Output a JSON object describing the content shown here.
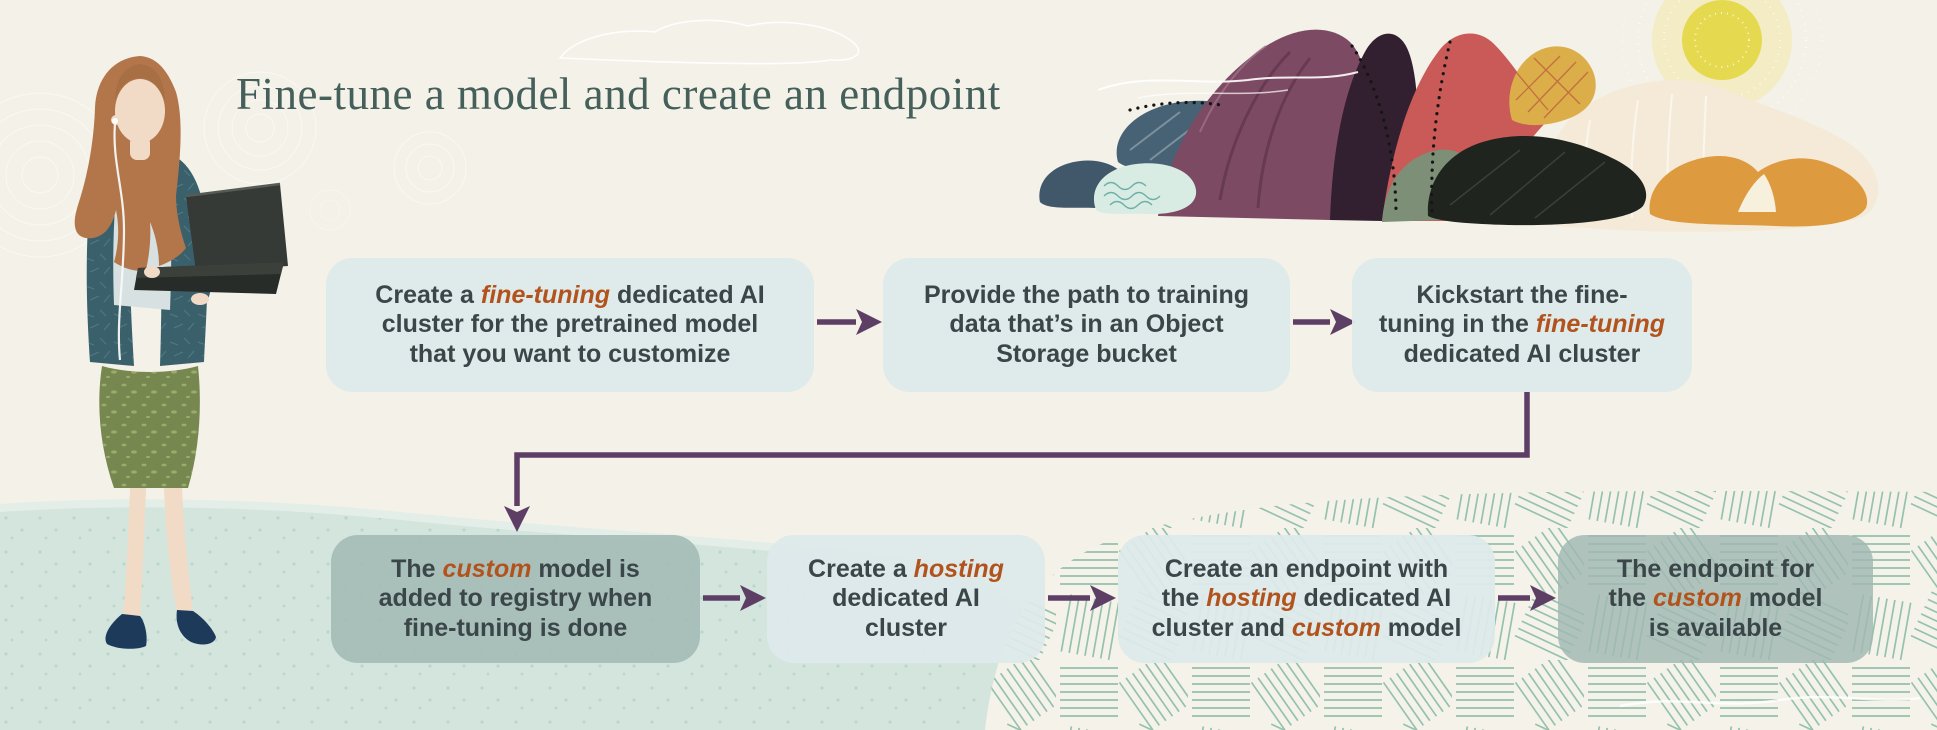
{
  "title": "Fine-tune a model and create an endpoint",
  "palette": {
    "background_cream": "#f3f1e8",
    "background_teal": "#d3e5dd",
    "hatch_line": "#79b49f",
    "box_light": "#dde9ea",
    "box_muted": "#a5bcb6",
    "box_text": "#3b4649",
    "accent_italic": "#b2531d",
    "connector_purple": "#5d3f66",
    "title_color": "#45605a",
    "sun_yellow": "#e5d94f"
  },
  "illustrations": {
    "left_figure": "woman-standing-typing-on-laptop",
    "top_right": "abstract-collage-mountain-with-sun"
  },
  "flow": {
    "steps": [
      {
        "id": 1,
        "row": 1,
        "style": "light",
        "segments": [
          {
            "text": "Create a "
          },
          {
            "text": "fine-tuning",
            "accent": true
          },
          {
            "text": " dedicated AI\ncluster for the pretrained model\nthat you want to customize"
          }
        ]
      },
      {
        "id": 2,
        "row": 1,
        "style": "light",
        "segments": [
          {
            "text": "Provide the path to training\ndata that’s in an Object\nStorage bucket"
          }
        ]
      },
      {
        "id": 3,
        "row": 1,
        "style": "light",
        "segments": [
          {
            "text": "Kickstart the fine-\ntuning in the "
          },
          {
            "text": "fine-tuning",
            "accent": true
          },
          {
            "text": "\ndedicated AI cluster"
          }
        ]
      },
      {
        "id": 4,
        "row": 2,
        "style": "muted",
        "segments": [
          {
            "text": "The "
          },
          {
            "text": "custom",
            "accent": true
          },
          {
            "text": " model is\nadded to registry when\nfine-tuning is done"
          }
        ]
      },
      {
        "id": 5,
        "row": 2,
        "style": "light",
        "segments": [
          {
            "text": "Create a "
          },
          {
            "text": "hosting",
            "accent": true
          },
          {
            "text": "\ndedicated AI\ncluster"
          }
        ]
      },
      {
        "id": 6,
        "row": 2,
        "style": "light",
        "segments": [
          {
            "text": "Create an endpoint with\nthe "
          },
          {
            "text": "hosting",
            "accent": true
          },
          {
            "text": " dedicated AI\ncluster and "
          },
          {
            "text": "custom",
            "accent": true
          },
          {
            "text": " model"
          }
        ]
      },
      {
        "id": 7,
        "row": 2,
        "style": "glass",
        "segments": [
          {
            "text": "The endpoint for\nthe "
          },
          {
            "text": "custom",
            "accent": true
          },
          {
            "text": " model\nis available"
          }
        ]
      }
    ]
  }
}
